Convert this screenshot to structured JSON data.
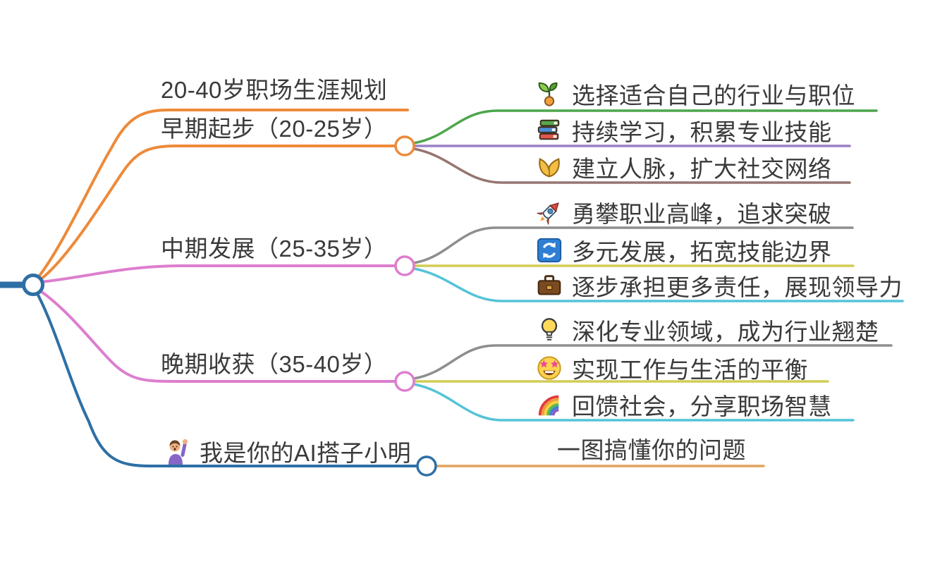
{
  "meta": {
    "kind": "mindmap",
    "language": "zh-CN"
  },
  "palette": {
    "orange": "#ED8A3A",
    "orange_light": "#E2A45E",
    "pink": "#DD7ECE",
    "blue": "#2E6FA5",
    "green": "#4CA64C",
    "purple": "#9C80C6",
    "brown": "#967570",
    "gray": "#8E8E8E",
    "olive": "#D2CC55",
    "cyan": "#55C3D8",
    "text": "#3A3A3A"
  },
  "branches": [
    {
      "id": "title",
      "label": "20-40岁职场生涯规划",
      "color": "#ED8A3A",
      "children": []
    },
    {
      "id": "early",
      "label": "早期起步（20-25岁）",
      "color": "#ED8A3A",
      "children": [
        {
          "icon": "seedling-icon",
          "label": "选择适合自己的行业与职位",
          "color": "#4CA64C"
        },
        {
          "icon": "books-icon",
          "label": "持续学习，积累专业技能",
          "color": "#9C80C6"
        },
        {
          "icon": "open-hands-icon",
          "label": "建立人脉，扩大社交网络",
          "color": "#967570"
        }
      ]
    },
    {
      "id": "mid",
      "label": "中期发展（25-35岁）",
      "color": "#DD7ECE",
      "children": [
        {
          "icon": "rocket-icon",
          "label": "勇攀职业高峰，追求突破",
          "color": "#8E8E8E"
        },
        {
          "icon": "refresh-icon",
          "label": "多元发展，拓宽技能边界",
          "color": "#D2CC55"
        },
        {
          "icon": "briefcase-icon",
          "label": "逐步承担更多责任，展现领导力",
          "color": "#55C3D8"
        }
      ]
    },
    {
      "id": "late",
      "label": "晚期收获（35-40岁）",
      "color": "#DD7ECE",
      "children": [
        {
          "icon": "bulb-icon",
          "label": "深化专业领域，成为行业翘楚",
          "color": "#8E8E8E"
        },
        {
          "icon": "star-struck-icon",
          "label": "实现工作与生活的平衡",
          "color": "#D2CC55"
        },
        {
          "icon": "rainbow-icon",
          "label": "回馈社会，分享职场智慧",
          "color": "#55C3D8"
        }
      ]
    },
    {
      "id": "ai",
      "icon": "raising-hand-icon",
      "label": "我是你的AI搭子小明",
      "color": "#2E6FA5",
      "children": [
        {
          "icon": "",
          "label": "一图搞懂你的问题",
          "color": "#E2A45E"
        }
      ]
    }
  ]
}
